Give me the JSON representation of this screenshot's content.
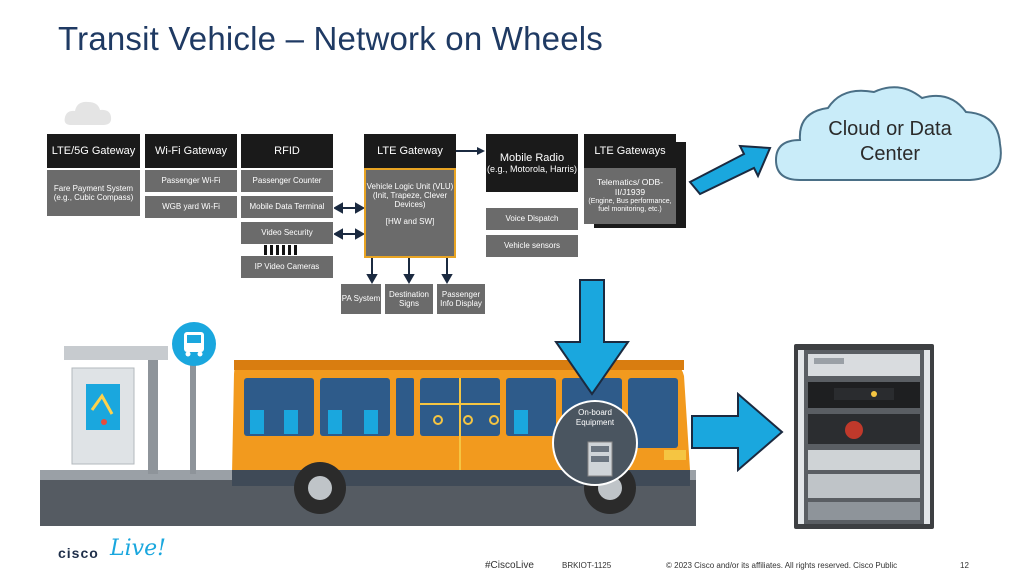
{
  "slide": {
    "title": "Transit Vehicle – Network on Wheels"
  },
  "diagram": {
    "lte5g": {
      "header": "LTE/5G Gateway",
      "item": "Fare Payment System (e.g., Cubic Compass)"
    },
    "wifi": {
      "header": "Wi-Fi Gateway",
      "items": [
        "Passenger Wi-Fi",
        "WGB yard Wi-Fi"
      ]
    },
    "rfid": {
      "header": "RFID",
      "items": [
        "Passenger Counter",
        "Mobile Data Terminal",
        "Video Security",
        "IP Video Cameras"
      ]
    },
    "lte": {
      "header": "LTE Gateway",
      "vlu_line1": "Vehicle Logic Unit (VLU)",
      "vlu_line2": "(Init, Trapeze, Clever Devices)",
      "vlu_line3": "[HW and SW]"
    },
    "outputs": [
      "PA System",
      "Destination Signs",
      "Passenger Info Display"
    ],
    "radio": {
      "header": "Mobile Radio",
      "subheader": "(e.g., Motorola, Harris)",
      "items": [
        "Voice Dispatch",
        "Vehicle sensors"
      ]
    },
    "gateways": {
      "header": "LTE Gateways",
      "item_title": "Telematics/ ODB-II/J1939",
      "item_detail": "(Engine, Bus performance, fuel monitoring, etc.)"
    },
    "cloud": {
      "line1": "Cloud or Data",
      "line2": "Center"
    },
    "onboard": "On-board Equipment"
  },
  "footer": {
    "logo_cisco": "cisco",
    "logo_live": "Live!",
    "hashtag": "#CiscoLive",
    "session": "BRKIOT-1125",
    "copyright": "© 2023  Cisco and/or its affiliates. All rights reserved.   Cisco Public",
    "page": "12"
  },
  "colors": {
    "title": "#1f3a63",
    "header_bg": "#1a1a1a",
    "box_bg": "#6b6b6b",
    "vlu_border": "#e8a423",
    "accent_blue": "#1aa7de",
    "cloud_fill": "#c9ecf9",
    "bus_orange": "#f29a1e"
  }
}
